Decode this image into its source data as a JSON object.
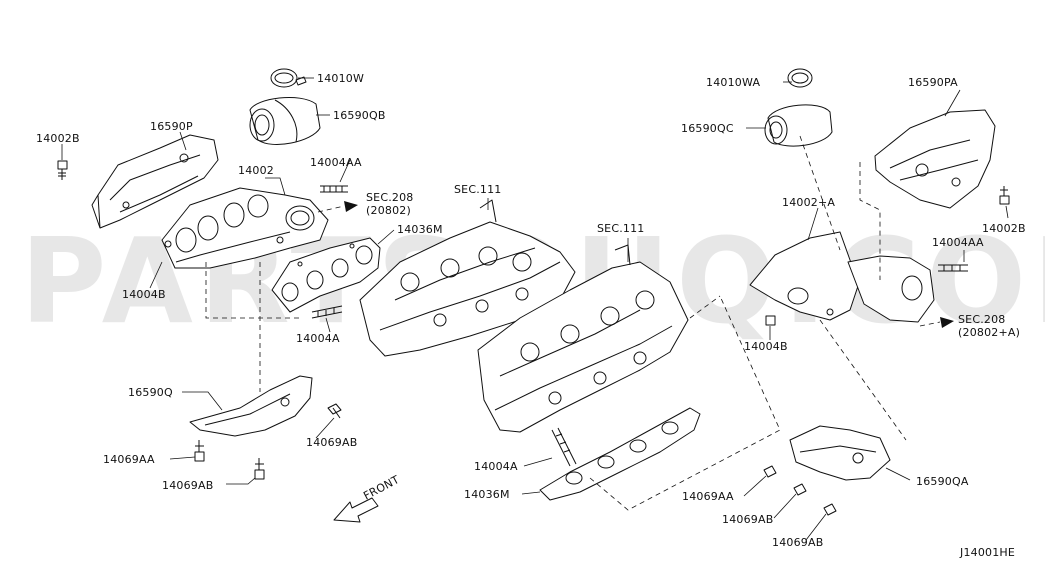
{
  "watermark": "PARTSOUQ.COM",
  "diagram_code": "J14001HE",
  "front_label": "FRONT",
  "labels": {
    "l_14010w": "14010W",
    "l_16590qb": "16590QB",
    "l_14002": "14002",
    "l_14004aa_left": "14004AA",
    "l_sec208_left": "SEC.208",
    "l_sec208_left_sub": "(20802)",
    "l_14002b_left": "14002B",
    "l_16590p": "16590P",
    "l_14004b_left": "14004B",
    "l_14036m_top": "14036M",
    "l_14004a_left": "14004A",
    "l_16590q": "16590Q",
    "l_14069aa_left": "14069AA",
    "l_14069ab_left1": "14069AB",
    "l_14069ab_left2": "14069AB",
    "l_sec111_a": "SEC.111",
    "l_sec111_b": "SEC.111",
    "l_14004a_mid": "14004A",
    "l_14036m_bottom": "14036M",
    "l_14010wa": "14010WA",
    "l_16590qc": "16590QC",
    "l_16590pa": "16590PA",
    "l_14002b_right": "14002B",
    "l_14002a": "14002+A",
    "l_14004aa_right": "14004AA",
    "l_14004b_right": "14004B",
    "l_sec208_right": "SEC.208",
    "l_sec208_right_sub": "(20802+A)",
    "l_16590qa": "16590QA",
    "l_14069aa_right": "14069AA",
    "l_14069ab_right1": "14069AB",
    "l_14069ab_right2": "14069AB"
  }
}
